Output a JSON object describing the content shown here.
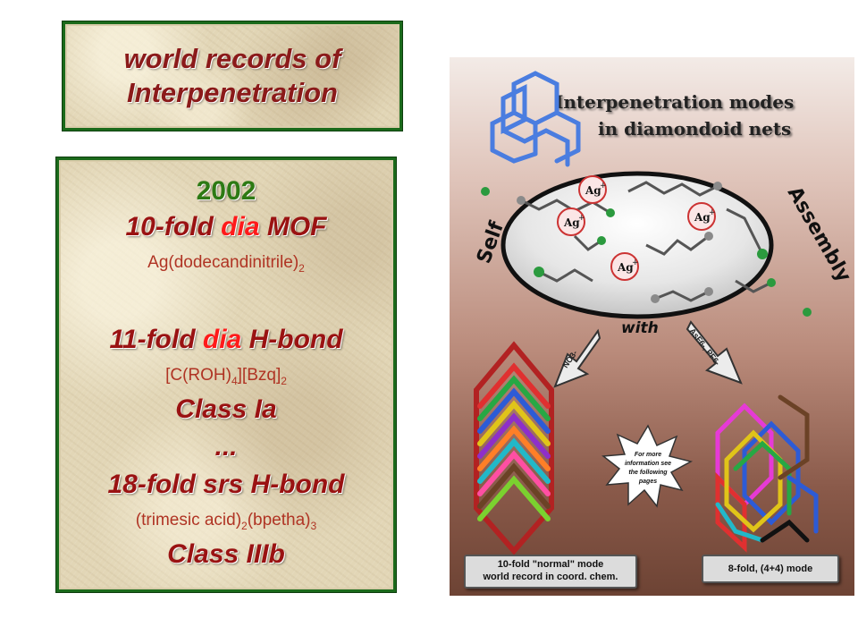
{
  "title": {
    "line1": "world records of",
    "line2": "Interpenetration"
  },
  "records": {
    "year": "2002",
    "r1_prefix": "10-fold ",
    "r1_dia": "dia",
    "r1_suffix": " MOF",
    "r1_formula_main": "Ag(dodecandinitrile)",
    "r1_formula_sub": "2",
    "r2_prefix": "11-fold ",
    "r2_dia": "dia",
    "r2_suffix": " H-bond",
    "r2_f_a": "[C(ROH)",
    "r2_f_sub1": "4",
    "r2_f_b": "][Bzq]",
    "r2_f_sub2": "2",
    "r2_class": "Class Ia",
    "ellipsis": "...",
    "r3_label": "18-fold  srs H-bond",
    "r3_f_a": "(trimesic acid)",
    "r3_f_sub1": "2",
    "r3_f_b": "(bpetha)",
    "r3_f_sub2": "3",
    "r3_class": "Class IIIb"
  },
  "poster": {
    "title_line1": "Interpenetration modes",
    "title_line2": "in diamondoid nets",
    "self_label": "Self",
    "assembly_label": "Assembly",
    "with_label": "with",
    "ion_ag": "Ag",
    "ion_ag_charge": "+",
    "arrow_left_label": "NO3-",
    "arrow_right_label": "AsF6-, PF6-",
    "starburst_text": [
      "For more",
      "information see",
      "the following",
      "pages"
    ],
    "left_box": [
      "10-fold \"normal\" mode",
      "world record in coord. chem."
    ],
    "right_box": "8-fold, (4+4) mode"
  },
  "colors": {
    "green_border": "#1b6a1b",
    "dark_red": "#9a1212",
    "bright_red": "#ff1a1a",
    "year_green": "#2d7a14"
  }
}
